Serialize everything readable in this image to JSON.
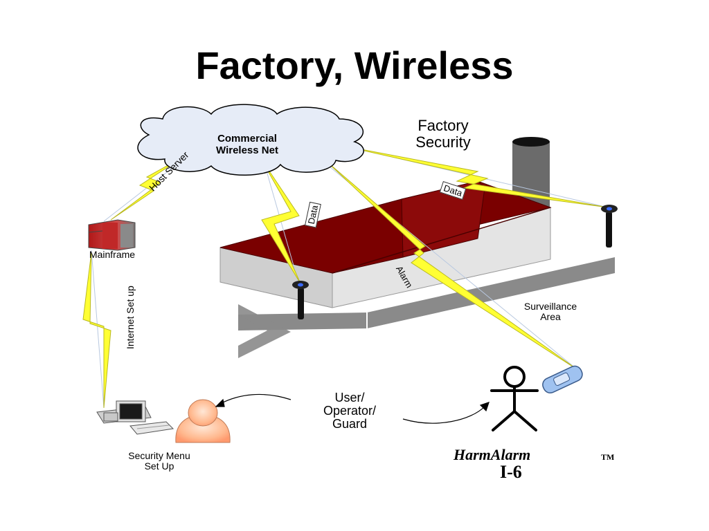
{
  "title": "Factory, Wireless",
  "cloud": {
    "line1": "Commercial",
    "line2": "Wireless Net"
  },
  "factory_security": {
    "line1": "Factory",
    "line2": "Security"
  },
  "labels": {
    "host_server": "Host Server",
    "mainframe": "Mainframe",
    "internet_setup": "Internet Set up",
    "data_left": "Data",
    "data_right": "Data",
    "alarm": "Alarm",
    "surveillance_line1": "Surveillance",
    "surveillance_line2": "Area",
    "user_line1": "User/",
    "user_line2": "Operator/",
    "user_line3": "Guard",
    "menu_line1": "Security Menu",
    "menu_line2": "Set Up",
    "brand": "HarmAlarm",
    "trademark": "TM",
    "code": "I-6"
  },
  "colors": {
    "roof": "#7a0000",
    "wall": "#d8d8d8",
    "chimney": "#6b6b6b",
    "lightning": "#ffff33",
    "road": "#8a8a8a",
    "cloud": "#e6ecf7",
    "phone": "#9fc2f0",
    "mainframe": "#c03030"
  },
  "icons": {
    "cloud": "cloud-icon",
    "mainframe": "mainframe-server-icon",
    "computer": "desktop-computer-icon",
    "person": "person-avatar-icon",
    "phone": "cell-phone-icon",
    "sensor": "sensor-post-icon",
    "stick": "stick-figure-icon"
  }
}
